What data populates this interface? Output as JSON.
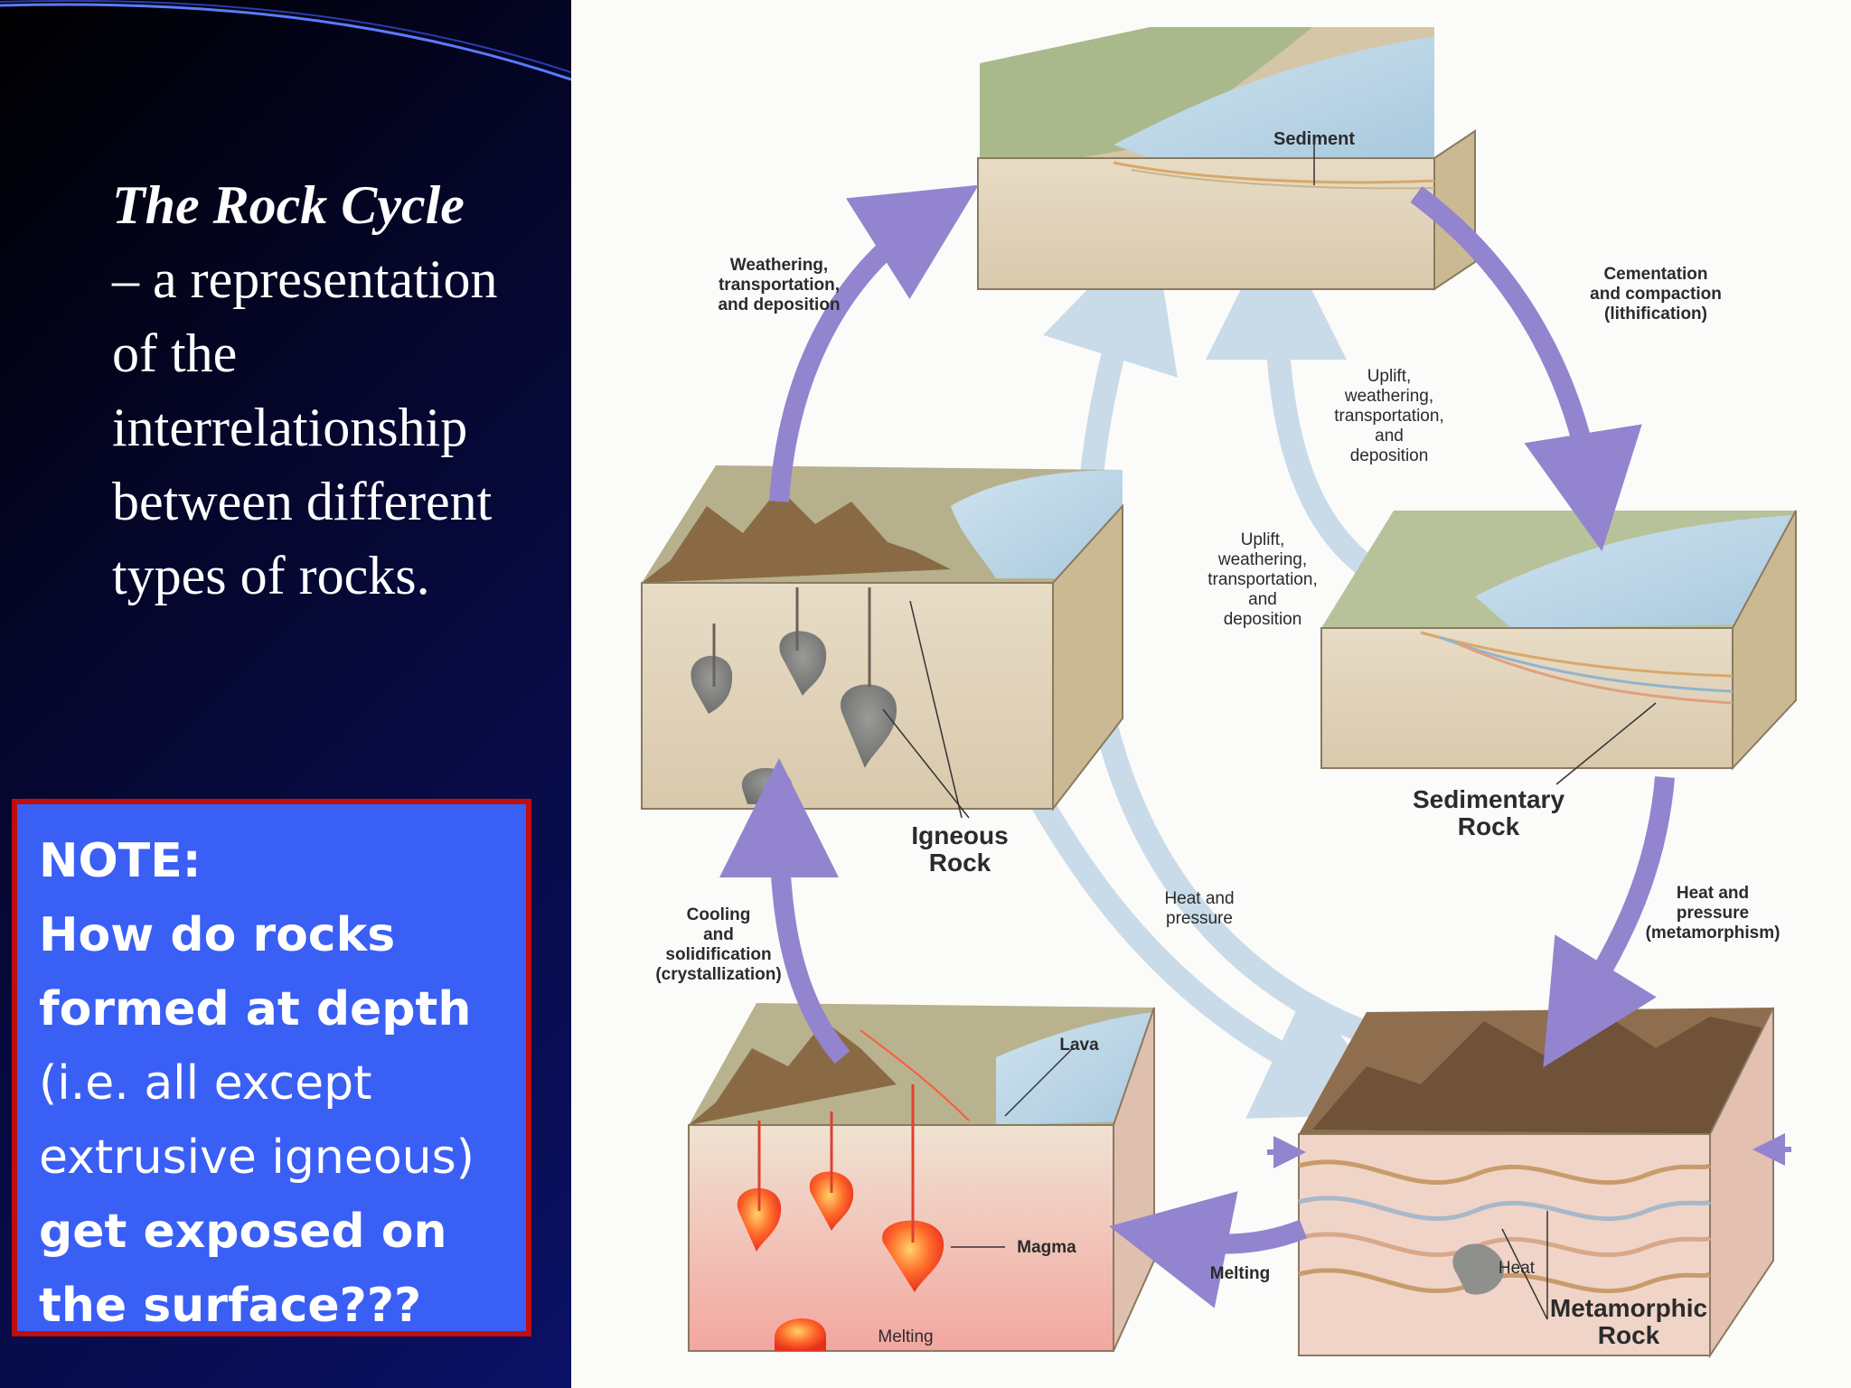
{
  "slide": {
    "title_italic": "The Rock Cycle",
    "title_rest": "– a representation of the interrelationship between different types of rocks.",
    "note_heading": "NOTE:",
    "note_line1": "How do rocks formed at depth",
    "note_line2": "(i.e. all except extrusive igneous)",
    "note_line3": "get exposed on the surface???"
  },
  "diagram": {
    "sediment": "Sediment",
    "weathering_top": "Weathering,\ntransportation,\nand deposition",
    "cementation": "Cementation\nand compaction\n(lithification)",
    "uplift_1": "Uplift,\nweathering,\ntransportation,\nand\ndeposition",
    "uplift_2": "Uplift,\nweathering,\ntransportation,\nand\ndeposition",
    "igneous_rock": "Igneous\nRock",
    "sedimentary_rock": "Sedimentary\nRock",
    "heat_pressure_mid": "Heat and\npressure",
    "heat_pressure_meta": "Heat and\npressure\n(metamorphism)",
    "cooling": "Cooling\nand\nsolidification\n(crystallization)",
    "lava": "Lava",
    "magma": "Magma",
    "melting_arrow": "Melting",
    "melting_bottom": "Melting",
    "heat": "Heat",
    "metamorphic_rock": "Metamorphic\nRock"
  },
  "colors": {
    "arrow_purple": "#9384cf",
    "arrow_lightblue": "#c9dbe9",
    "note_bg": "#3a5ff5",
    "note_border": "#c00d0d"
  }
}
